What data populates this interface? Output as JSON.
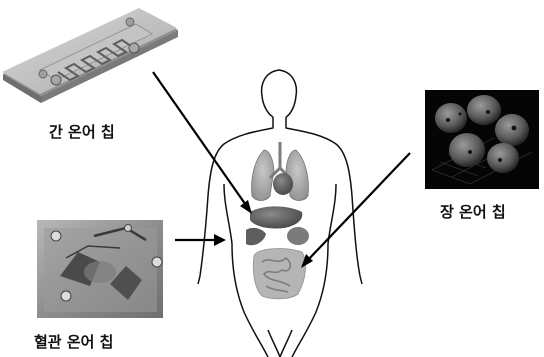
{
  "labels": {
    "liver": "간 온어 칩",
    "intestine": "장 온어 칩",
    "vessel": "혈관 온어 칩"
  }
}
